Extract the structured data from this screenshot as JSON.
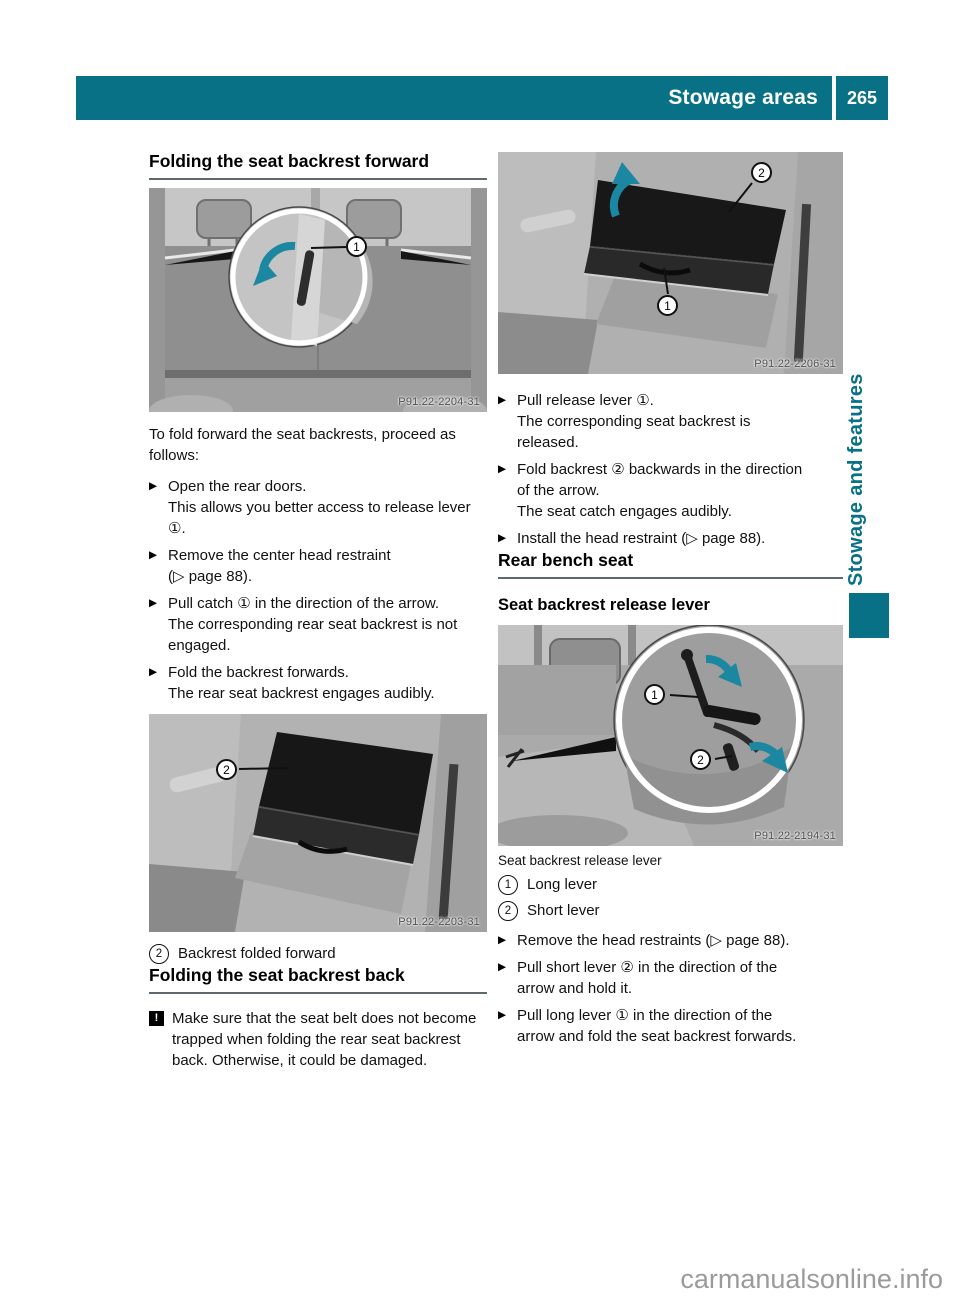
{
  "header": {
    "title": "Stowage areas",
    "page_number": "265",
    "accent_color": "#087185"
  },
  "sidebar": {
    "vertical_label": "Stowage and features"
  },
  "watermark": "carmanualsonline.info",
  "glyphs": {
    "bullet": "▶"
  },
  "left": {
    "heading_forward": "Folding the seat backrest forward",
    "figure1": {
      "code": "P91.22-2204-31",
      "callout1": "1"
    },
    "intro": "To fold forward the seat backrests, proceed as follows:",
    "steps": [
      {
        "main": "Open the rear doors.",
        "sub": "This allows you better access to release lever ①."
      },
      {
        "main": "Remove the center head restraint",
        "sub": "(▷ page 88)."
      },
      {
        "main": "Pull catch ① in the direction of the arrow.",
        "sub": "The corresponding rear seat backrest is not engaged."
      },
      {
        "main": "Fold the backrest forwards.",
        "sub": "The rear seat backrest engages audibly."
      }
    ],
    "figure2": {
      "code": "P91.22-2203-31",
      "callout2": "2"
    },
    "figure2_legend": {
      "num": "2",
      "label": "Backrest folded forward"
    },
    "heading_back": "Folding the seat backrest back",
    "warning_icon": "!",
    "warning_text": "Make sure that the seat belt does not become trapped when folding the rear seat backrest back. Otherwise, it could be damaged."
  },
  "right": {
    "figure3": {
      "code": "P91.22-2206-31",
      "callout1": "1",
      "callout2": "2"
    },
    "steps_top": [
      {
        "main": "Pull release lever ①.",
        "sub": "The corresponding seat backrest is released."
      },
      {
        "main": "Fold backrest ② backwards in the direction of the arrow.",
        "sub": "The seat catch engages audibly."
      },
      {
        "main": "Install the head restraint (▷ page 88).",
        "sub": ""
      }
    ],
    "heading_bench": "Rear bench seat",
    "subheading_lever": "Seat backrest release lever",
    "figure4": {
      "code": "P91.22-2194-31",
      "callout1": "1",
      "callout2": "2"
    },
    "figure4_caption": "Seat backrest release lever",
    "legend": [
      {
        "num": "1",
        "label": "Long lever"
      },
      {
        "num": "2",
        "label": "Short lever"
      }
    ],
    "steps_bottom": [
      {
        "main": "Remove the head restraints (▷ page 88).",
        "sub": ""
      },
      {
        "main": "Pull short lever ② in the direction of the arrow and hold it.",
        "sub": ""
      },
      {
        "main": "Pull long lever ① in the direction of the arrow and fold the seat backrest forwards.",
        "sub": ""
      }
    ]
  }
}
